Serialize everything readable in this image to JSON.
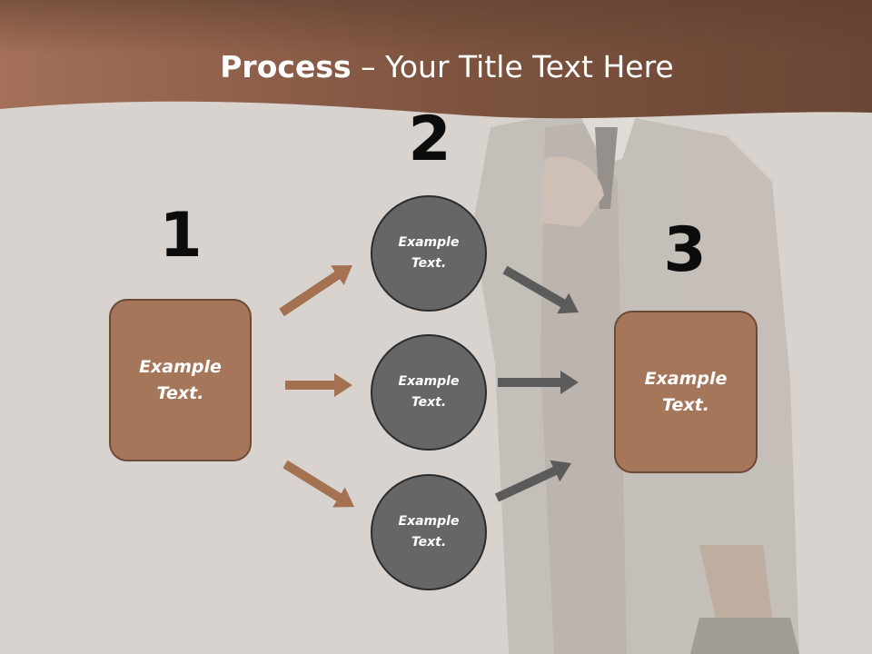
{
  "title": {
    "bold": "Process",
    "separator": " – ",
    "rest": "Your Title Text Here"
  },
  "steps": [
    {
      "number": "1",
      "text": "Example Text."
    },
    {
      "number": "2",
      "text": "Example Text."
    },
    {
      "number": "3",
      "text": "Example Text."
    }
  ],
  "circles": [
    {
      "text": "Example Text."
    },
    {
      "text": "Example Text."
    },
    {
      "text": "Example Text."
    }
  ],
  "colors": {
    "header": "#8b5e44",
    "box_fill": "#a5765a",
    "circle_fill": "#666666",
    "arrow_brown": "#a47152",
    "arrow_gray": "#5b5b5b",
    "background": "#d8d3ce"
  }
}
